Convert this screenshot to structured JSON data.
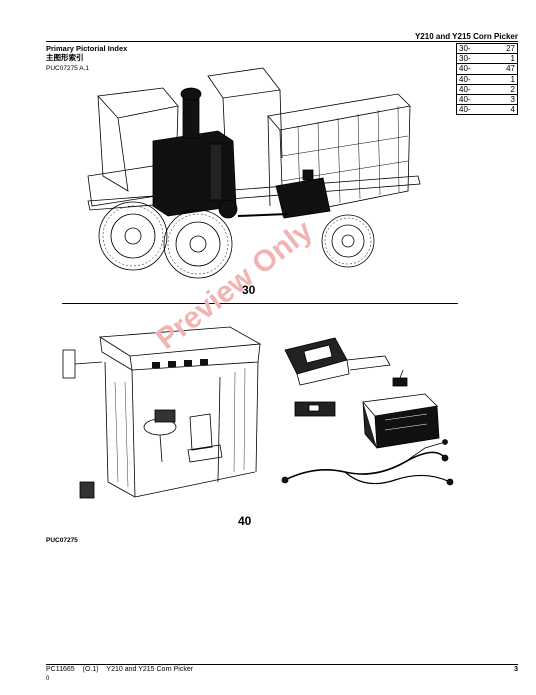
{
  "header": {
    "title": "Y210  and  Y215  Corn  Picker"
  },
  "index": {
    "title": "Primary Pictorial Index",
    "subtitle": "主图形索引",
    "figure_code_top": "PUC07275 A.1",
    "figure_code_bottom": "PUC07275"
  },
  "page_table": [
    {
      "section": "30-",
      "page": "27"
    },
    {
      "section": "30-",
      "page": "1"
    },
    {
      "section": "40-",
      "page": "47"
    },
    {
      "section": "40-",
      "page": "1"
    },
    {
      "section": "40-",
      "page": "2"
    },
    {
      "section": "40-",
      "page": "3"
    },
    {
      "section": "40-",
      "page": "4"
    }
  ],
  "figures": {
    "label_30": "30",
    "label_40": "40"
  },
  "watermark": "Preview Only",
  "footer": {
    "doc_id": "PC11665",
    "revision": "(O.1)",
    "title": "Y210 and Y215 Corn Picker",
    "sub": "0",
    "page_number": "3"
  },
  "colors": {
    "watermark": "#f2b3b3",
    "ink": "#000000"
  }
}
